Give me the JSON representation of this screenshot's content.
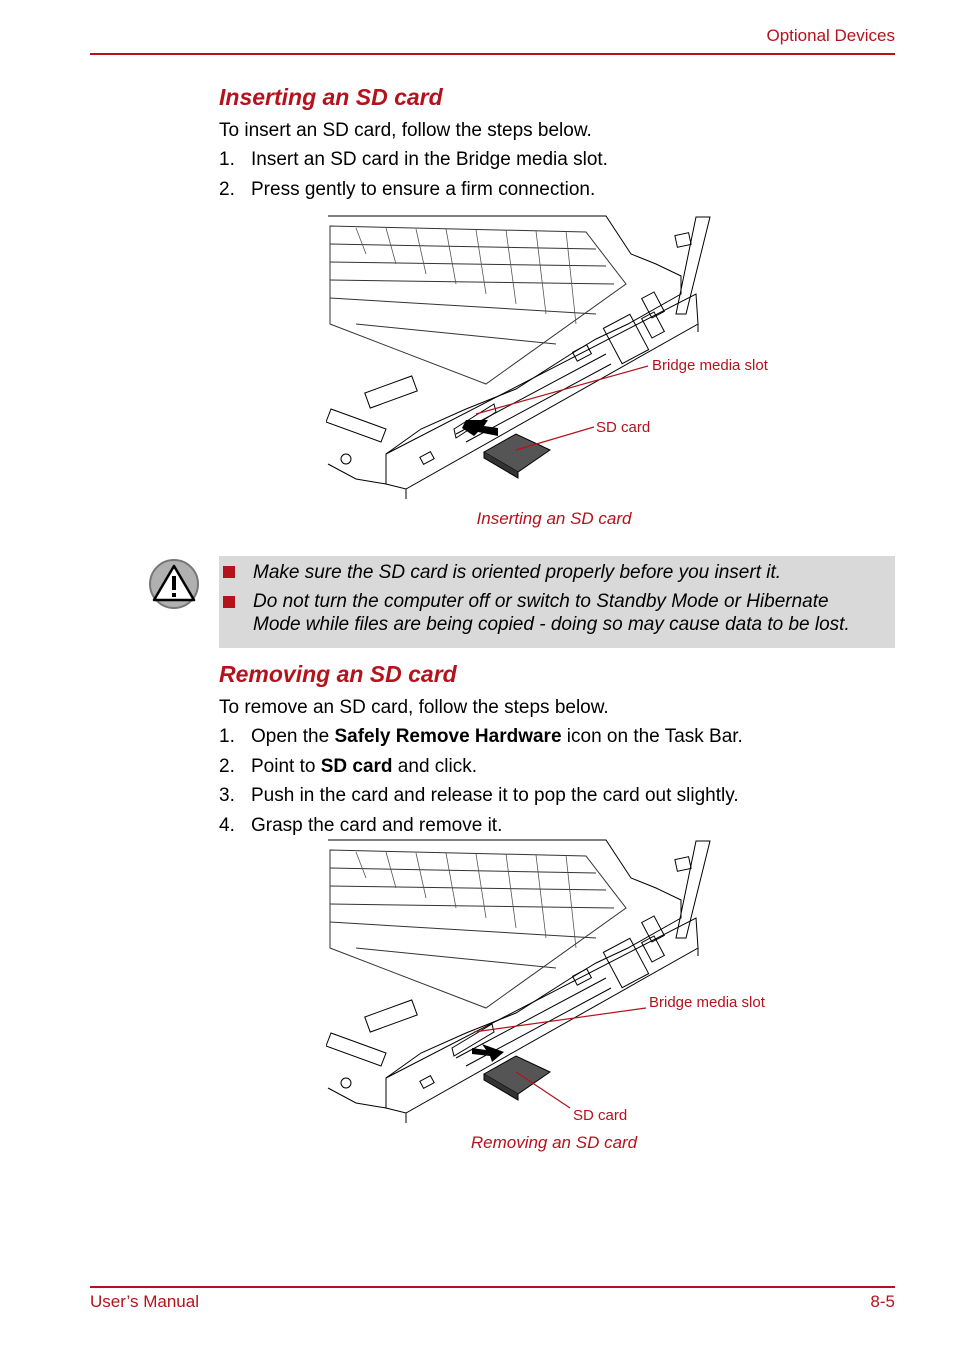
{
  "header": {
    "section": "Optional Devices"
  },
  "insert": {
    "heading": "Inserting an SD card",
    "intro": "To insert an SD card, follow the steps below.",
    "steps": [
      {
        "num": "1.",
        "text": "Insert an SD card in the Bridge media slot."
      },
      {
        "num": "2.",
        "text": "Press gently to ensure a firm connection."
      }
    ],
    "figure": {
      "caption": "Inserting an SD card",
      "callout_slot": "Bridge media slot",
      "callout_card": "SD card"
    }
  },
  "caution": {
    "icon": "warning-icon",
    "items": [
      "Make sure the SD card is oriented properly before you insert it.",
      "Do not turn the computer off or switch to Standby Mode or Hibernate",
      "Mode while files are being copied - doing so may cause data to be lost."
    ]
  },
  "remove": {
    "heading": "Removing an SD card",
    "intro": "To remove an SD card, follow the steps below.",
    "steps": {
      "s1": {
        "num": "1.",
        "pre": "Open the ",
        "bold": "Safely Remove Hardware",
        "post": " icon on the Task Bar."
      },
      "s2": {
        "num": "2.",
        "pre": "Point to ",
        "bold": "SD card",
        "post": " and click."
      },
      "s3": {
        "num": "3.",
        "text": "Push in the card and release it to pop the card out slightly."
      },
      "s4": {
        "num": "4.",
        "text": "Grasp the card and remove it."
      }
    },
    "figure": {
      "caption": "Removing an SD card",
      "callout_slot": "Bridge media slot",
      "callout_card": "SD card"
    }
  },
  "footer": {
    "left": "User’s Manual",
    "right": "8-5"
  },
  "colors": {
    "accent": "#b5121b",
    "note_bg": "#d9d9d9"
  }
}
